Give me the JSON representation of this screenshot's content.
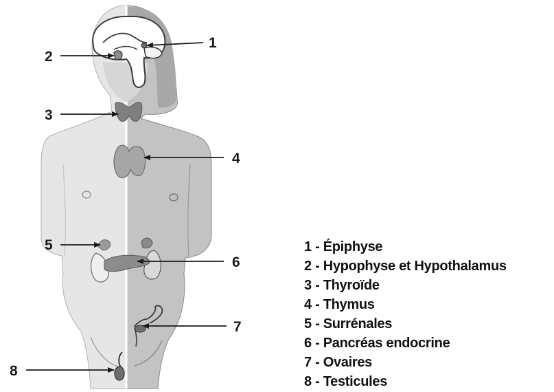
{
  "markers": [
    "1",
    "2",
    "3",
    "4",
    "5",
    "6",
    "7",
    "8"
  ],
  "legend": [
    {
      "number": "1",
      "label": "Épiphyse"
    },
    {
      "number": "2",
      "label": "Hypophyse et Hypothalamus"
    },
    {
      "number": "3",
      "label": "Thyroïde"
    },
    {
      "number": "4",
      "label": "Thymus"
    },
    {
      "number": "5",
      "label": "Surrénales"
    },
    {
      "number": "6",
      "label": "Pancréas endocrine"
    },
    {
      "number": "7",
      "label": "Ovaires"
    },
    {
      "number": "8",
      "label": "Testicules"
    }
  ],
  "legend_separator": " - ",
  "colors": {
    "male_body": "#e6e6e6",
    "female_body": "#c3c3c3",
    "head": "#b3b3b3",
    "gland": "#8c8c8c",
    "outline": "#4a4a4a",
    "arrow": "#1a1a1a"
  }
}
